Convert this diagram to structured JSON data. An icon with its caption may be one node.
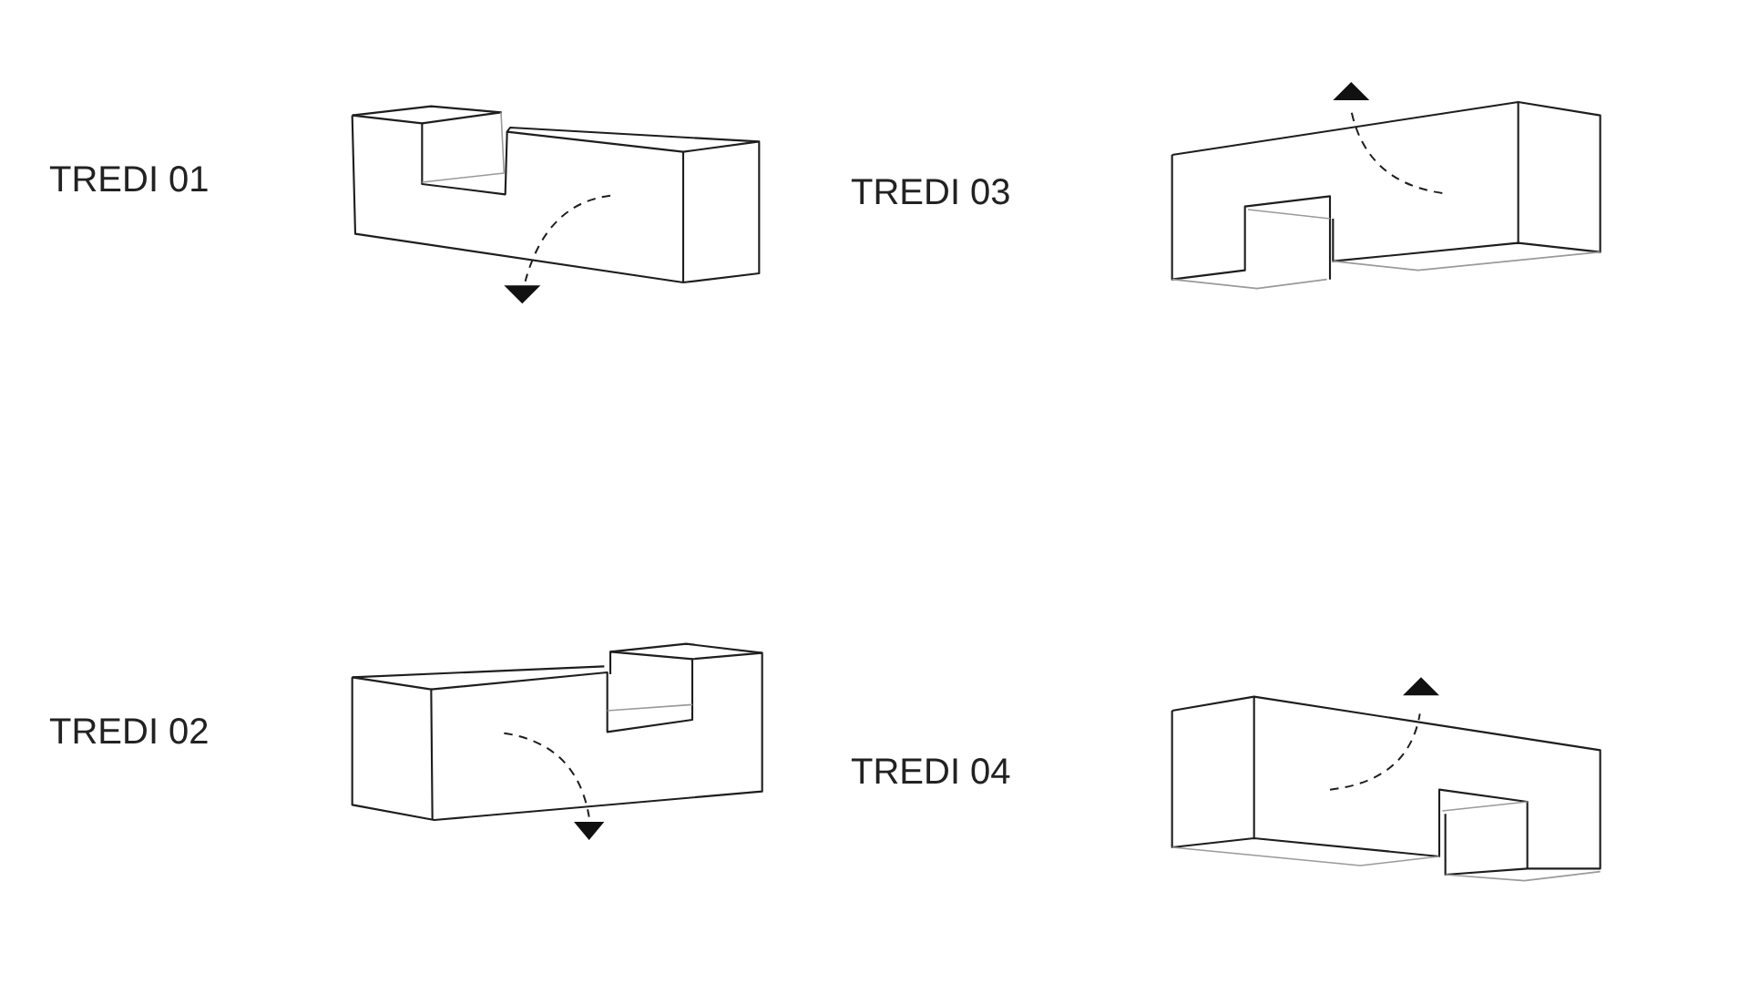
{
  "diagram": {
    "labels": [
      "TREDI 01",
      "TREDI 03",
      "TREDI 02",
      "TREDI 04"
    ]
  }
}
